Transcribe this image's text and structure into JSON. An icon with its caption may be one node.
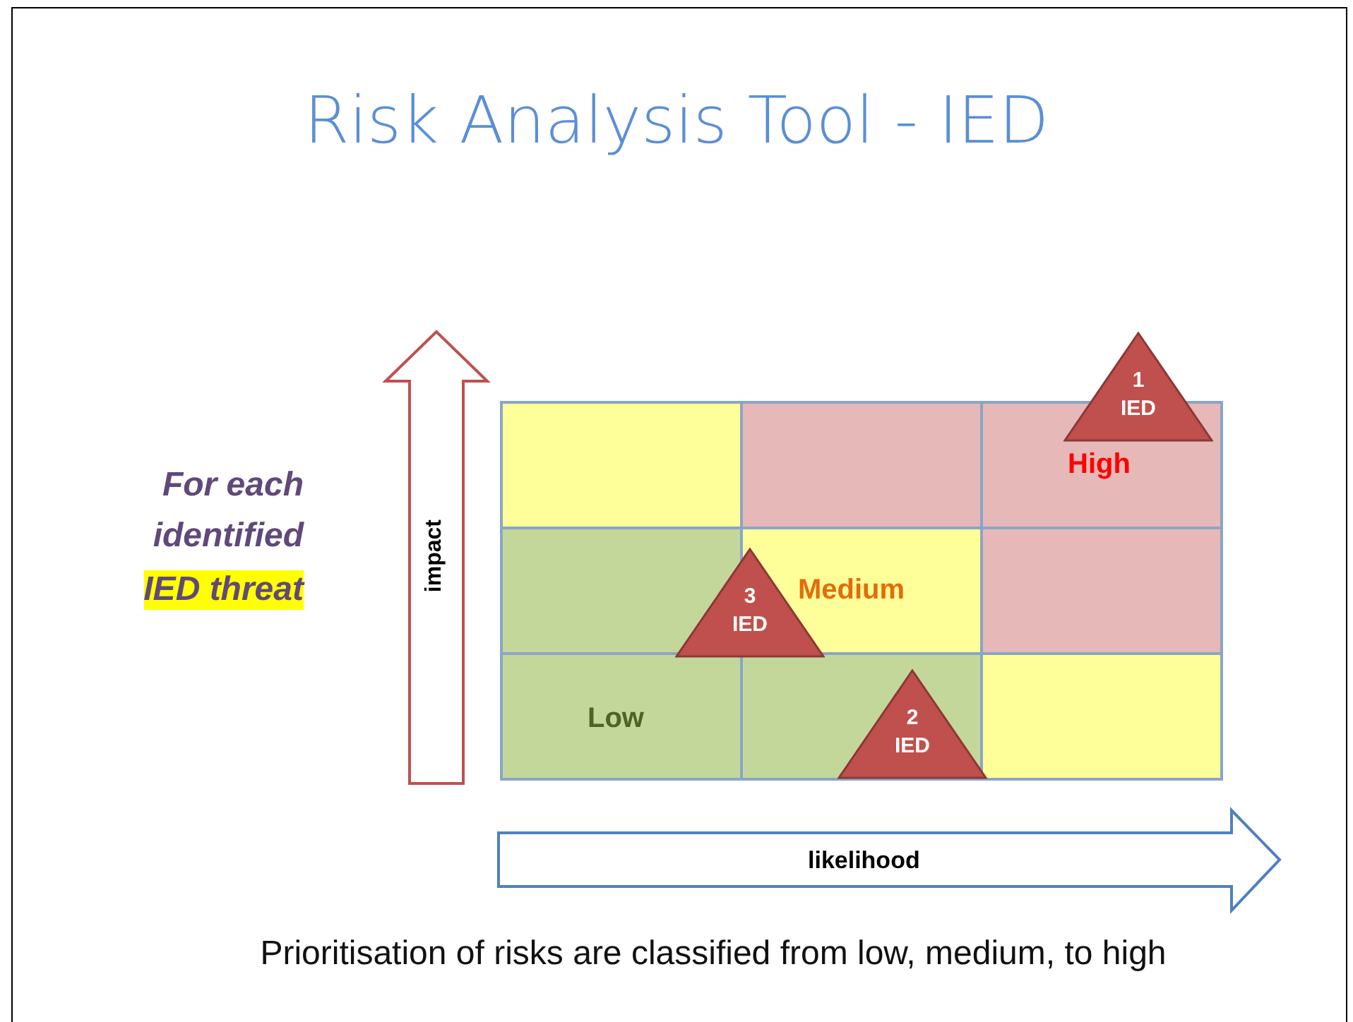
{
  "diagram": {
    "title": "Risk Analysis Tool - IED",
    "caption": "Prioritisation of risks are classified from low, medium, to high",
    "nodes": [
      {
        "text": [
          "1",
          "IED"
        ]
      },
      {
        "text": [
          "3",
          "IED"
        ]
      },
      {
        "text": [
          "2",
          "IED"
        ]
      }
    ],
    "labels": [
      "For each identified",
      "IED threat",
      "impact",
      "High",
      "Medium",
      "Low",
      "likelihood"
    ]
  }
}
